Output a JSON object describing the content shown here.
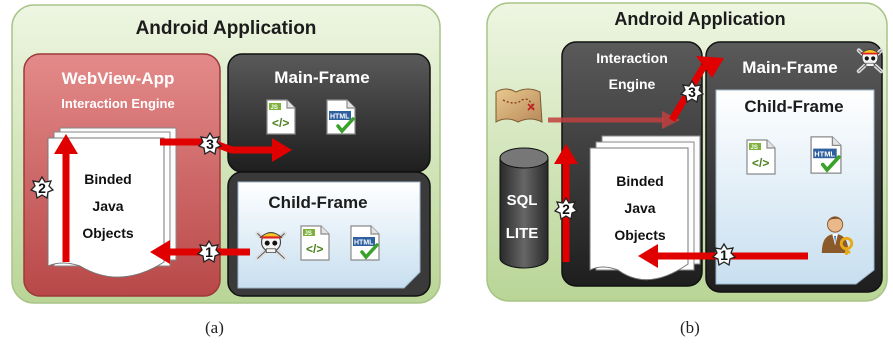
{
  "panel_a": {
    "title": "Android Application",
    "webview_title": "WebView-App",
    "webview_subtitle": "Interaction Engine",
    "main_frame": "Main-Frame",
    "child_frame": "Child-Frame",
    "doc_lines": [
      "Binded",
      "Java",
      "Objects"
    ],
    "steps": [
      "1",
      "2",
      "3"
    ],
    "icons": [
      "js-file-icon",
      "html-file-icon",
      "skull-crossbones-icon"
    ]
  },
  "panel_b": {
    "title": "Android Application",
    "engine_lines": [
      "Interaction",
      "Engine"
    ],
    "main_frame": "Main-Frame",
    "child_frame": "Child-Frame",
    "db_lines": [
      "SQL",
      "LITE"
    ],
    "doc_lines": [
      "Binded",
      "Java",
      "Objects"
    ],
    "steps": [
      "1",
      "2",
      "3"
    ],
    "icons": [
      "treasure-map-icon",
      "skull-crossbones-icon",
      "js-file-icon",
      "html-file-icon",
      "user-key-icon"
    ]
  },
  "captions": [
    "(a)",
    "(b)"
  ],
  "colors": {
    "app_background": "#c9dfae",
    "webview_red": "#d86b6b",
    "engine_dark": "#3a3a3a",
    "arrow_red": "#e00000",
    "child_frame_blue": "#dcebf4"
  }
}
